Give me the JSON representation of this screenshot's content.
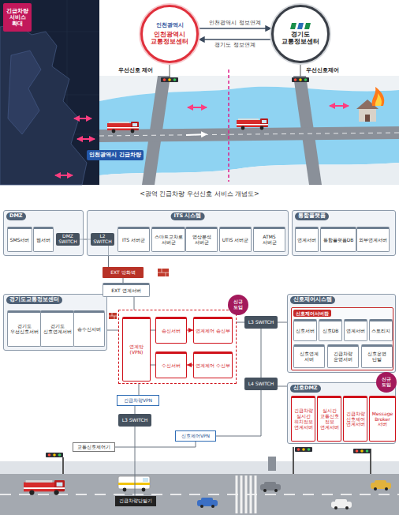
{
  "diagram": {
    "caption": "<광역 긴급차량 우선신호 서비스 개념도>",
    "nodes": [
      {
        "text": [
          "긴급차량 서비스 확대"
        ]
      },
      {
        "text": [
          "인천광역시",
          "인천광역시 교통정보센터"
        ]
      },
      {
        "text": [
          "경기도 교통정보센터"
        ]
      },
      {
        "text": [
          "인천광역시 긴급차량"
        ]
      },
      {
        "text": [
          "DMZ"
        ]
      },
      {
        "text": [
          "SMS서버"
        ],
        "in": 4
      },
      {
        "text": [
          "웹서버"
        ],
        "in": 4
      },
      {
        "text": [
          "DMZ SWITCH"
        ],
        "in": 4
      },
      {
        "text": [
          "ITS 시스템"
        ]
      },
      {
        "text": [
          "L2 SWITCH"
        ],
        "in": 8
      },
      {
        "text": [
          "ITS 서버군"
        ],
        "in": 8
      },
      {
        "text": [
          "스마트교차로 서버군"
        ],
        "in": 8
      },
      {
        "text": [
          "영상분석 서버군"
        ],
        "in": 8
      },
      {
        "text": [
          "UTIS 서버군"
        ],
        "in": 8
      },
      {
        "text": [
          "ATMS 서버군"
        ],
        "in": 8
      },
      {
        "text": [
          "통합플랫폼"
        ]
      },
      {
        "text": [
          "연계서버"
        ],
        "in": 15
      },
      {
        "text": [
          "통합플랫폼DB"
        ],
        "in": 15
      },
      {
        "text": [
          "외부연계서버"
        ],
        "in": 15
      },
      {
        "text": [
          "경기도교통정보센터"
        ]
      },
      {
        "text": [
          "경기도 우선신호서버"
        ],
        "in": 19
      },
      {
        "text": [
          "경기도 신호연계서버"
        ],
        "in": 19
      },
      {
        "text": [
          "송수신서버"
        ],
        "in": 19
      },
      {
        "text": [
          "EXT 방화벽"
        ]
      },
      {
        "text": [
          "EXT 연계서버"
        ]
      },
      {
        "text": [
          "신규 도입"
        ]
      },
      {
        "text": [
          "연계망(VPN)"
        ],
        "in": 25
      },
      {
        "text": [
          "송신서버"
        ],
        "in": 25
      },
      {
        "text": [
          "연계제어 송신부"
        ],
        "in": 25
      },
      {
        "text": [
          "수신서버"
        ],
        "in": 25
      },
      {
        "text": [
          "연계제어 수신부"
        ],
        "in": 25
      },
      {
        "text": [
          "L3 SWITCH"
        ]
      },
      {
        "text": [
          "신호제어시스템"
        ]
      },
      {
        "text": [
          "신호제어서버팜"
        ],
        "in": 32
      },
      {
        "text": [
          "신호서버"
        ],
        "in": 33
      },
      {
        "text": [
          "신호DB"
        ],
        "in": 33
      },
      {
        "text": [
          "연계서버"
        ],
        "in": 33
      },
      {
        "text": [
          "스토리지"
        ],
        "in": 33
      },
      {
        "text": [
          "신호연계 서버"
        ],
        "in": 33
      },
      {
        "text": [
          "긴급차량 운영서버"
        ],
        "in": 33
      },
      {
        "text": [
          "신호운영 단말"
        ],
        "in": 33
      },
      {
        "text": [
          "L4 SWITCH"
        ]
      },
      {
        "text": [
          "신호DMZ",
          "신규 도입"
        ]
      },
      {
        "text": [
          "긴급차량 실시간 위치정보 연계서버"
        ],
        "in": 42
      },
      {
        "text": [
          "실시간 교통신호 정보 연계서버"
        ],
        "in": 42
      },
      {
        "text": [
          "긴급차량 신호제어 연계서버"
        ],
        "in": 42
      },
      {
        "text": [
          "Message Broker 서버"
        ],
        "in": 42
      },
      {
        "text": [
          "긴급차량VPN"
        ]
      },
      {
        "text": [
          "L3 SWITCH"
        ]
      },
      {
        "text": [
          "신호제어VPN"
        ]
      },
      {
        "text": [
          "교통신호제어기"
        ]
      },
      {
        "text": [
          "긴급차량단말기"
        ]
      }
    ],
    "edges": [
      {
        "from": 1,
        "to": 2,
        "arrow": "to",
        "label": "인천광역시 정보연계"
      },
      {
        "from": 2,
        "to": 1,
        "arrow": "to",
        "label": "경기도 정보연계"
      },
      {
        "from": 7,
        "to": 9,
        "arrow": "none"
      },
      {
        "from": 9,
        "to": 23,
        "arrow": "none"
      },
      {
        "from": 23,
        "to": 24,
        "arrow": "none"
      },
      {
        "from": 19,
        "to": 25,
        "arrow": "none"
      },
      {
        "from": 24,
        "to": 25,
        "arrow": "none"
      },
      {
        "from": 26,
        "to": 27,
        "arrow": "none"
      },
      {
        "from": 26,
        "to": 29,
        "arrow": "none"
      },
      {
        "from": 27,
        "to": 28,
        "arrow": "to"
      },
      {
        "from": 30,
        "to": 29,
        "arrow": "to"
      },
      {
        "from": 25,
        "to": 31,
        "arrow": "none"
      },
      {
        "from": 31,
        "to": 32,
        "arrow": "none"
      },
      {
        "from": 31,
        "to": 41,
        "arrow": "none"
      },
      {
        "from": 41,
        "to": 42,
        "arrow": "none"
      },
      {
        "from": 25,
        "to": 47,
        "arrow": "none"
      },
      {
        "from": 47,
        "to": 48,
        "arrow": "none"
      },
      {
        "from": 41,
        "to": 49,
        "arrow": "none"
      },
      {
        "from": 49,
        "to": 50,
        "arrow": "none"
      },
      {
        "from": 48,
        "to": 51,
        "arrow": "none"
      }
    ],
    "labels": [
      "우선신호 제어",
      "우선신호제어"
    ]
  }
}
